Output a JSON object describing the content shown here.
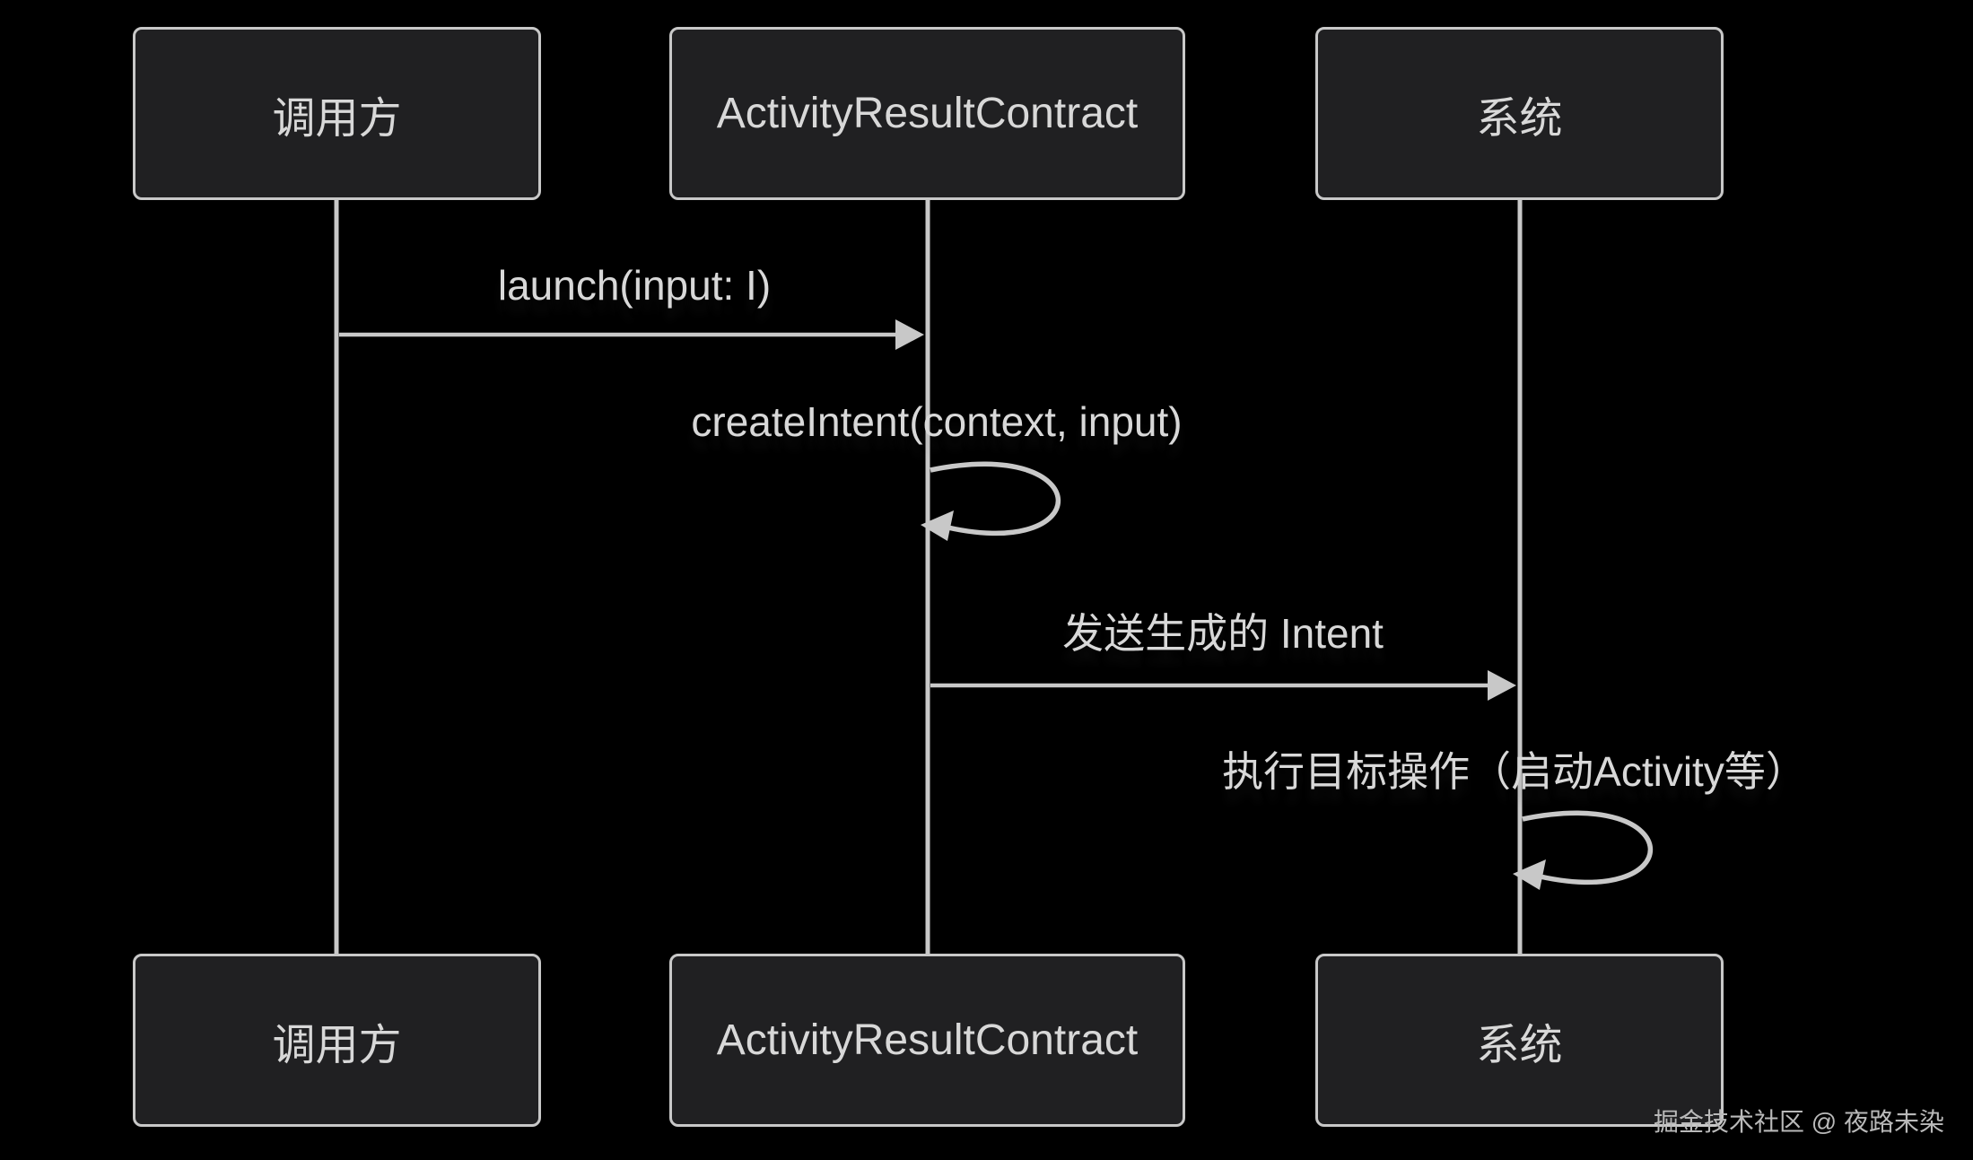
{
  "theme": {
    "background": "#000000",
    "actor_fill": "#202022",
    "actor_border": "#c8c8c8",
    "line_color": "#c8c8c8",
    "text_color": "#d8d8d8",
    "watermark_color": "#b9b9b9"
  },
  "diagram": {
    "type": "sequence-diagram",
    "actors": [
      {
        "id": "caller",
        "label": "调用方"
      },
      {
        "id": "contract",
        "label": "ActivityResultContract"
      },
      {
        "id": "system",
        "label": "系统"
      }
    ],
    "messages": [
      {
        "label": "launch(input: I)",
        "from": "caller",
        "to": "contract",
        "kind": "arrow"
      },
      {
        "label": "createIntent(context, input)",
        "from": "contract",
        "to": "contract",
        "kind": "self-loop"
      },
      {
        "label": "发送生成的 Intent",
        "from": "contract",
        "to": "system",
        "kind": "arrow"
      },
      {
        "label": "执行目标操作（启动Activity等）",
        "from": "system",
        "to": "system",
        "kind": "self-loop"
      }
    ],
    "watermark": "掘金技术社区 @ 夜路未染"
  }
}
